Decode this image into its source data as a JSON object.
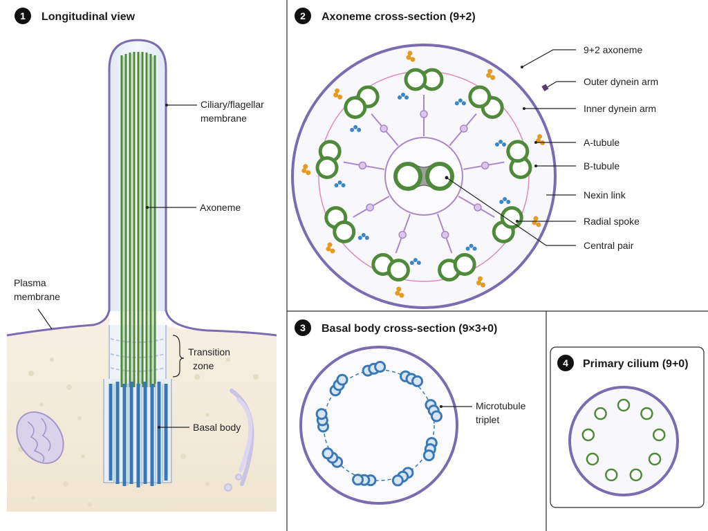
{
  "panels": {
    "longitudinal": {
      "number": "1",
      "title": "Longitudinal view",
      "labels": {
        "ciliary_membrane_1": "Ciliary/flagellar",
        "ciliary_membrane_2": "membrane",
        "axoneme": "Axoneme",
        "plasma_membrane_1": "Plasma",
        "plasma_membrane_2": "membrane",
        "transition_zone_1": "Transition",
        "transition_zone_2": "zone",
        "basal_body": "Basal body"
      }
    },
    "axoneme": {
      "number": "2",
      "title": "Axoneme cross-section (9+2)",
      "labels": {
        "axoneme_92": "9+2 axoneme",
        "outer_dynein_arm": "Outer dynein arm",
        "inner_dynein_arm": "Inner dynein arm",
        "a_tubule": "A-tubule",
        "b_tubule": "B-tubule",
        "nexin_link": "Nexin link",
        "radial_spoke": "Radial spoke",
        "central_pair": "Central pair"
      }
    },
    "basal_body": {
      "number": "3",
      "title": "Basal body cross-section (9×3+0)",
      "labels": {
        "microtubule_triplet_1": "Microtubule",
        "microtubule_triplet_2": "triplet"
      }
    },
    "primary_cilium": {
      "number": "4",
      "title": "Primary cilium (9+0)"
    }
  },
  "colors": {
    "membrane": "#7b6bb0",
    "cytoplasm": "#f3ecdd",
    "axoneme_green": "#4f8a3a",
    "basal_blue": "#3a78b5",
    "outer_dynein": "#e59a22",
    "inner_dynein": "#3b86c6",
    "spoke": "#a888c7",
    "nexin": "#e08ab8"
  },
  "icons": [
    "number-badge-icon"
  ]
}
